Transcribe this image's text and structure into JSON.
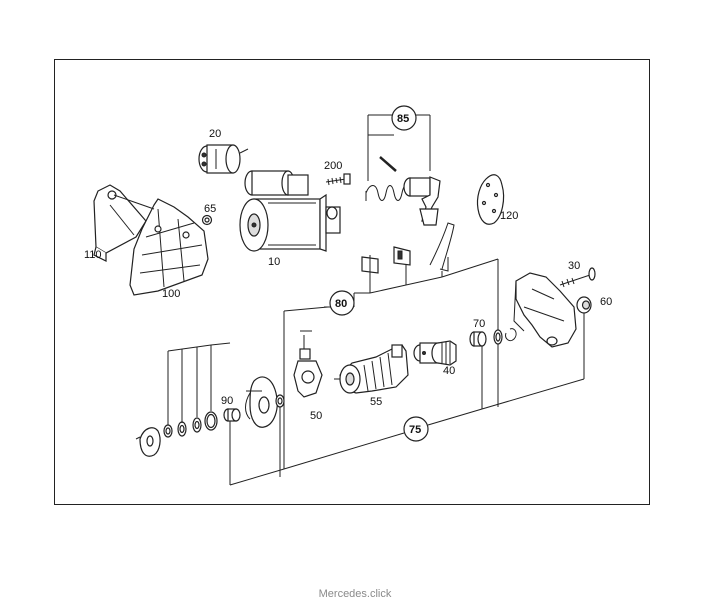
{
  "parts": {
    "p10": "10",
    "p20": "20",
    "p30": "30",
    "p40": "40",
    "p50": "50",
    "p55": "55",
    "p60": "60",
    "p65": "65",
    "p70": "70",
    "p75": "75",
    "p80": "80",
    "p85": "85",
    "p90": "90",
    "p100": "100",
    "p110": "110",
    "p120": "120",
    "p200": "200"
  },
  "footer": {
    "text": "Mercedes.click"
  },
  "colors": {
    "line": "#222222",
    "footer": "#8a8a8a"
  }
}
